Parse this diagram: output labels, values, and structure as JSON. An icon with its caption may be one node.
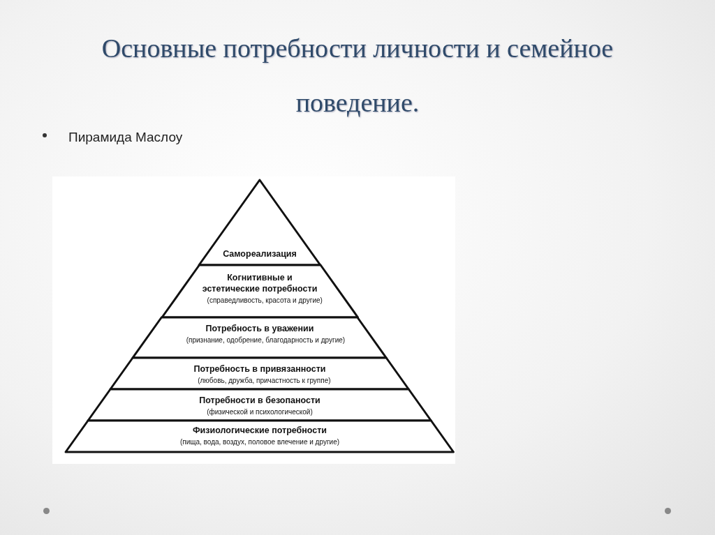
{
  "diagram": {
    "title": "Основные потребности личности и семейное поведение.",
    "nodes": [
      {
        "text": [
          "Самореализация"
        ]
      },
      {
        "text": [
          "Когнитивные и эстетические потребности",
          "(справедливость, красота и другие)"
        ]
      },
      {
        "text": [
          "Потребность в уважении",
          "(признание, одобрение, благодарность и другие)"
        ]
      },
      {
        "text": [
          "Потребность в привязанности",
          "(любовь, дружба, причастность к группе)"
        ]
      },
      {
        "text": [
          "Потребности в безопаности",
          "(физической и психологической)"
        ]
      },
      {
        "text": [
          "Физиологические потребности",
          "(пища, вода, воздух, половое влечение и другие)"
        ]
      }
    ],
    "labels": [
      "Пирамида Маслоу"
    ]
  }
}
